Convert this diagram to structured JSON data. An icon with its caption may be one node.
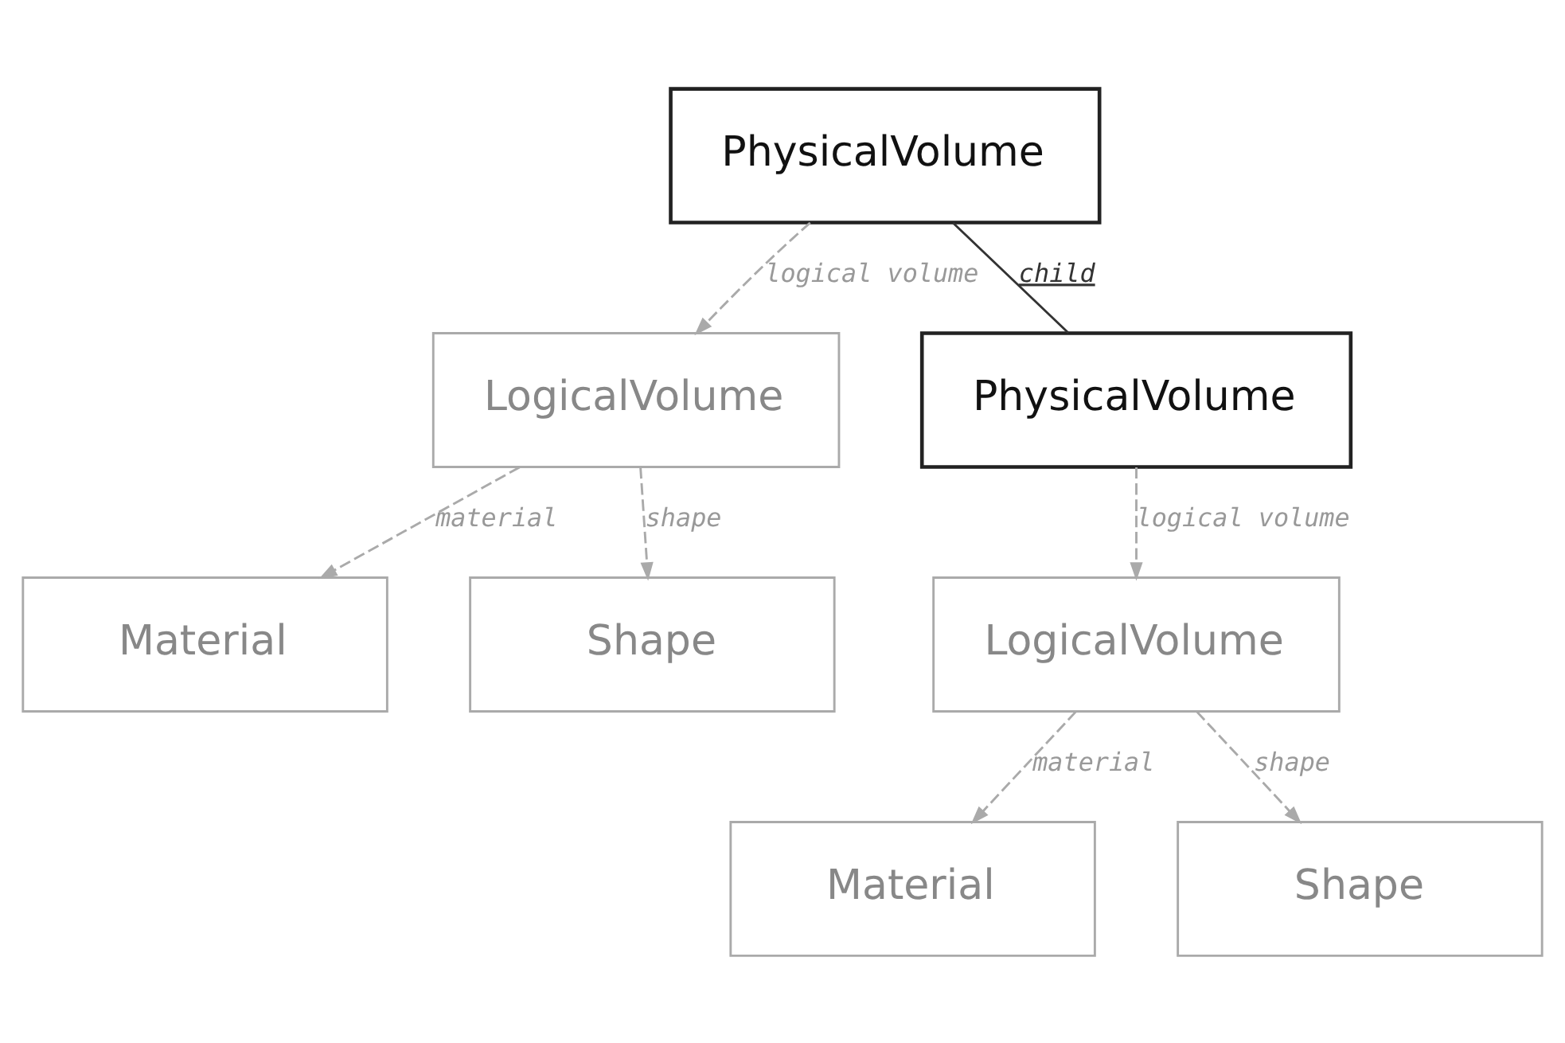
{
  "diagram": {
    "nodes": [
      {
        "text": [
          "PhysicalVolume"
        ]
      },
      {
        "text": [
          "LogicalVolume"
        ]
      },
      {
        "text": [
          "Material"
        ]
      },
      {
        "text": [
          "Shape"
        ]
      },
      {
        "text": [
          "PhysicalVolume"
        ]
      },
      {
        "text": [
          "LogicalVolume"
        ]
      },
      {
        "text": [
          "Material"
        ]
      },
      {
        "text": [
          "Shape"
        ]
      }
    ],
    "edges": [
      {
        "from": 0,
        "to": 4,
        "arrow": "none",
        "label": "child",
        "color": "#333333"
      },
      {
        "from": 0,
        "to": 1,
        "arrow": "to",
        "label": "logical volume",
        "style": "dashed"
      },
      {
        "from": 1,
        "to": 2,
        "arrow": "to",
        "label": "material",
        "style": "dashed"
      },
      {
        "from": 1,
        "to": 3,
        "arrow": "to",
        "label": "shape",
        "style": "dashed"
      },
      {
        "from": 4,
        "to": 5,
        "arrow": "to",
        "label": "logical volume",
        "style": "dashed"
      },
      {
        "from": 5,
        "to": 6,
        "arrow": "to",
        "label": "material",
        "style": "dashed"
      },
      {
        "from": 5,
        "to": 7,
        "arrow": "to",
        "label": "shape",
        "style": "dashed"
      }
    ]
  }
}
